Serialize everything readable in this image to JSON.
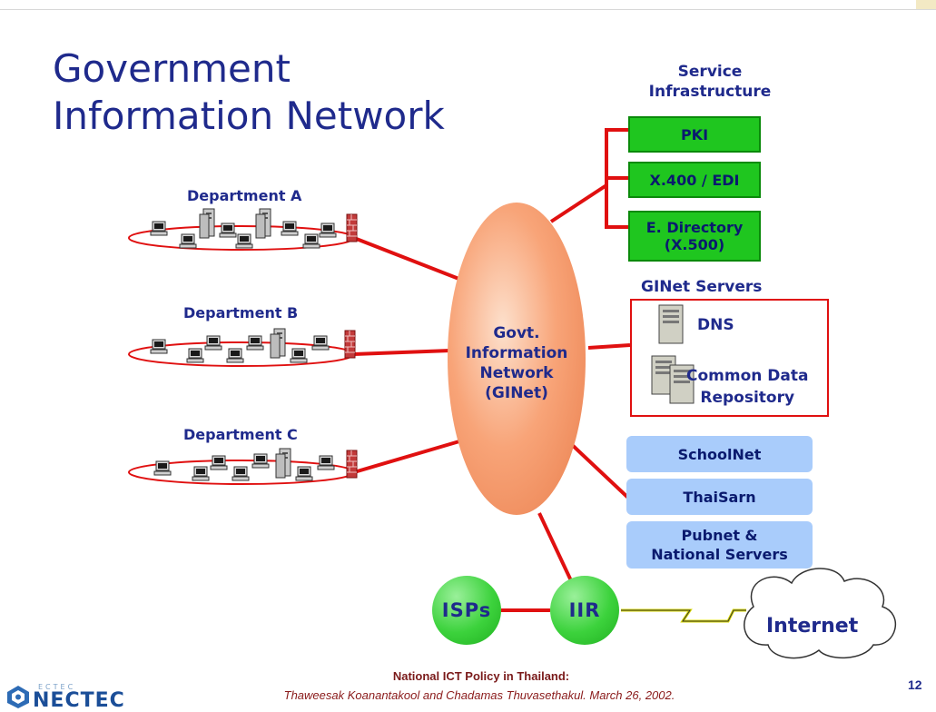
{
  "title": {
    "line1": "Government",
    "line2": "Information Network"
  },
  "service_infrastructure": {
    "heading_line1": "Service",
    "heading_line2": "Infrastructure",
    "items": [
      "PKI",
      "X.400 / EDI",
      "E. Directory",
      "(X.500)"
    ]
  },
  "departments": [
    "Department A",
    "Department B",
    "Department C"
  ],
  "hub": {
    "line1": "Govt.",
    "line2": "Information",
    "line3": "Network",
    "line4": "(GINet)"
  },
  "ginet_servers": {
    "heading": "GINet Servers",
    "dns": "DNS",
    "repo_line1": "Common Data",
    "repo_line2": "Repository"
  },
  "networks": [
    "SchoolNet",
    "ThaiSarn",
    "Pubnet &",
    "National Servers"
  ],
  "gateways": {
    "isps": "ISPs",
    "iir": "IIR",
    "internet": "Internet"
  },
  "footer": {
    "line1": "National ICT Policy in Thailand:",
    "line2": "Thaweesak Koanantakool and Chadamas Thuvasethakul. March 26, 2002.",
    "page": "12",
    "logo_text": "NECTEC",
    "logo_small": "ECTEC"
  },
  "colors": {
    "title_blue": "#1f2a8c",
    "link_red": "#e01010",
    "hub_orange": "#f59a6e",
    "service_green": "#1fc61f",
    "network_blue": "#a9ccfb"
  }
}
